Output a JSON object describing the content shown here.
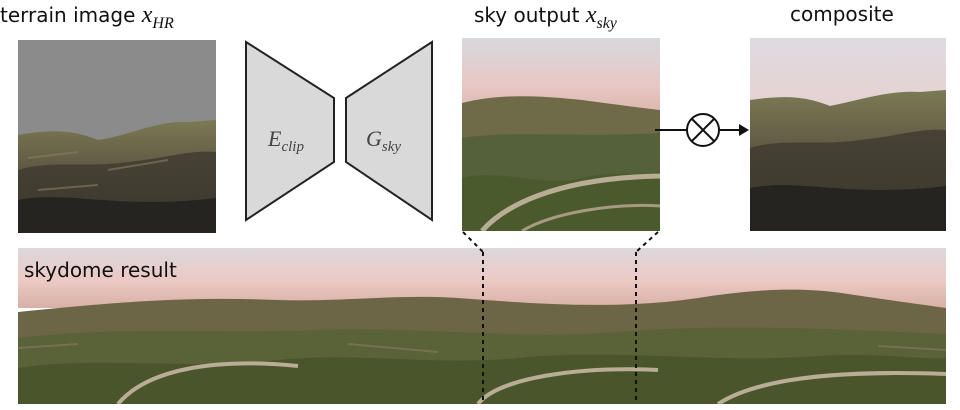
{
  "labels": {
    "terrain": {
      "text": "terrain image",
      "math": "x",
      "sub": "HR"
    },
    "sky": {
      "text": "sky output",
      "math": "x",
      "sub": "sky"
    },
    "composite": "composite",
    "skydome": "skydome result"
  },
  "network": {
    "encoder": {
      "math": "E",
      "sub": "clip"
    },
    "generator": {
      "math": "G",
      "sub": "sky"
    }
  },
  "colors": {
    "gray_sky": "#8b8b8b",
    "sky_top": "#dcd8dc",
    "sky_pink": "#e6c6c2",
    "block_fill": "#d9d9d9",
    "block_stroke": "#222222"
  },
  "icons": {
    "composite_operator": "circled-times-icon"
  }
}
